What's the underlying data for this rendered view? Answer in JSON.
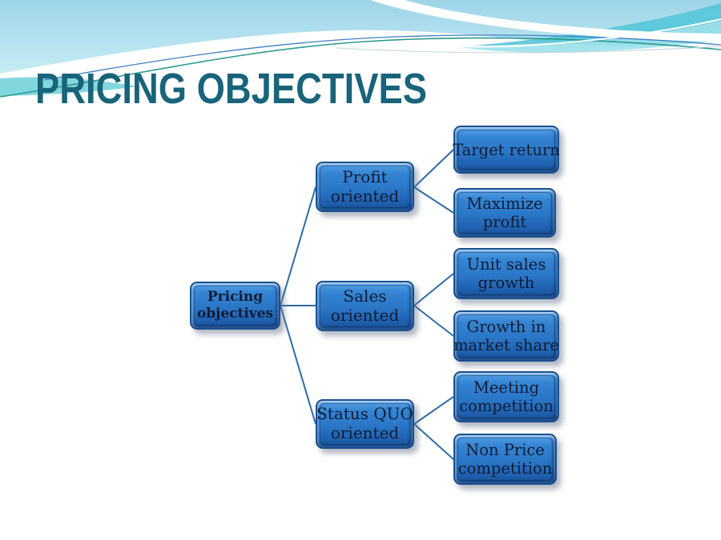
{
  "slide": {
    "title": "PRICING OBJECTIVES"
  },
  "colors": {
    "title_text": "#19647a",
    "node_fill_top": "#58a0e4",
    "node_fill_bottom": "#1c589f",
    "node_border": "#174f90",
    "node_text": "#0f1b33",
    "connector_line": "#2d6ba6",
    "wave_sky_blue": "#9ed5e8",
    "wave_turquoise": "#55c6d8",
    "wave_teal_line": "#2d9b8d"
  },
  "diagram": {
    "nodes": {
      "pricing_objectives": {
        "lines": [
          "Pricing",
          "objectives"
        ]
      },
      "profit_oriented": {
        "lines": [
          "Profit",
          "oriented"
        ]
      },
      "sales_oriented": {
        "lines": [
          "Sales",
          "oriented"
        ]
      },
      "status_quo_oriented": {
        "lines": [
          "Status QUO",
          "oriented"
        ]
      },
      "target_return": {
        "lines": [
          "Target return"
        ]
      },
      "maximize_profit": {
        "lines": [
          "Maximize",
          "profit"
        ]
      },
      "unit_sales_growth": {
        "lines": [
          "Unit sales",
          "growth"
        ]
      },
      "growth_in_market_share": {
        "lines": [
          "Growth in",
          "market share"
        ]
      },
      "meeting_competition": {
        "lines": [
          "Meeting",
          "competition"
        ]
      },
      "non_price_competition": {
        "lines": [
          "Non Price",
          "competition"
        ]
      }
    },
    "edges": [
      [
        "pricing_objectives",
        "profit_oriented"
      ],
      [
        "pricing_objectives",
        "sales_oriented"
      ],
      [
        "pricing_objectives",
        "status_quo_oriented"
      ],
      [
        "profit_oriented",
        "target_return"
      ],
      [
        "profit_oriented",
        "maximize_profit"
      ],
      [
        "sales_oriented",
        "unit_sales_growth"
      ],
      [
        "sales_oriented",
        "growth_in_market_share"
      ],
      [
        "status_quo_oriented",
        "meeting_competition"
      ],
      [
        "status_quo_oriented",
        "non_price_competition"
      ]
    ]
  }
}
